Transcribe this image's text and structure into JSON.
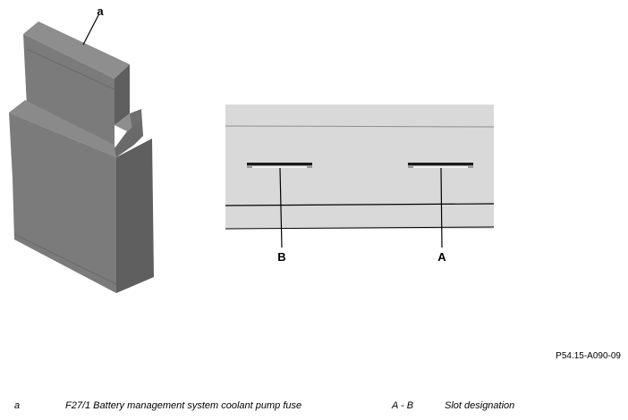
{
  "callouts": {
    "fuse": "a",
    "slot_left": "B",
    "slot_right": "A"
  },
  "figure_id": "P54.15-A090-09",
  "legend": [
    {
      "key": "a",
      "text": "F27/1 Battery management system coolant pump fuse"
    },
    {
      "key": "A - B",
      "text": "Slot designation"
    }
  ],
  "colors": {
    "fuse_front": "#7b7b7b",
    "fuse_top": "#8e8e8e",
    "fuse_side": "#5f5f5f",
    "panel": "#d9d9d9",
    "slot": "#1a1a1a"
  }
}
